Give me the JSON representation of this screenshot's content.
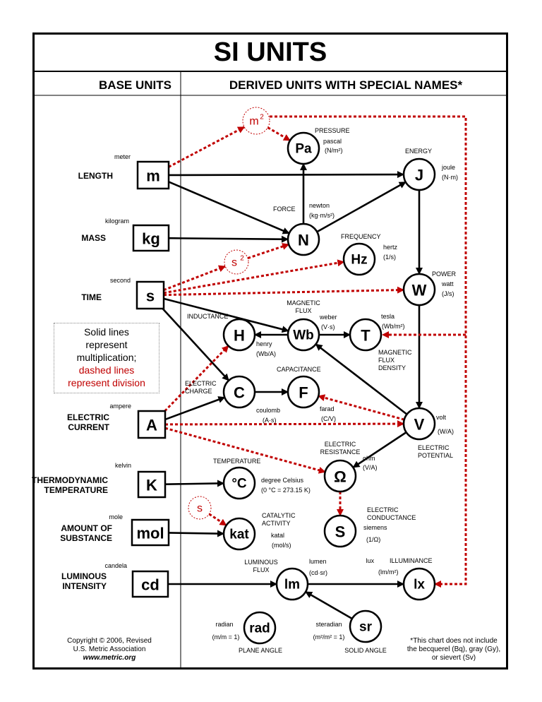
{
  "title": "SI UNITS",
  "header": {
    "base": "BASE UNITS",
    "derived": "DERIVED UNITS WITH SPECIAL NAMES*"
  },
  "legend": {
    "solid": [
      "Solid lines",
      "represent",
      "multiplication;"
    ],
    "dashed": [
      "dashed lines",
      "represent division"
    ]
  },
  "copyright": [
    "Copyright © 2006, Revised",
    "U.S. Metric Association",
    "www.metric.org"
  ],
  "footnote": [
    "*This chart does not include",
    "the becquerel (Bq), gray (Gy),",
    "or sievert (Sv)"
  ],
  "colors": {
    "multiply": "#000000",
    "divide": "#c00000"
  },
  "base_units": [
    {
      "id": "m",
      "symbol": "m",
      "name": "meter",
      "quantity": [
        "LENGTH"
      ]
    },
    {
      "id": "kg",
      "symbol": "kg",
      "name": "kilogram",
      "quantity": [
        "MASS"
      ]
    },
    {
      "id": "s",
      "symbol": "s",
      "name": "second",
      "quantity": [
        "TIME"
      ]
    },
    {
      "id": "A",
      "symbol": "A",
      "name": "ampere",
      "quantity": [
        "ELECTRIC",
        "CURRENT"
      ]
    },
    {
      "id": "K",
      "symbol": "K",
      "name": "kelvin",
      "quantity": [
        "THERMODYNAMIC",
        "TEMPERATURE"
      ]
    },
    {
      "id": "mol",
      "symbol": "mol",
      "name": "mole",
      "quantity": [
        "AMOUNT OF",
        "SUBSTANCE"
      ]
    },
    {
      "id": "cd",
      "symbol": "cd",
      "name": "candela",
      "quantity": [
        "LUMINOUS",
        "INTENSITY"
      ]
    }
  ],
  "derived_units": [
    {
      "id": "Pa",
      "symbol": "Pa",
      "name": "pascal",
      "definition": "(N/m²)",
      "quantity": [
        "PRESSURE"
      ]
    },
    {
      "id": "J",
      "symbol": "J",
      "name": "joule",
      "definition": "(N·m)",
      "quantity": [
        "ENERGY"
      ]
    },
    {
      "id": "N",
      "symbol": "N",
      "name": "newton",
      "definition": "(kg·m/s²)",
      "quantity": [
        "FORCE"
      ]
    },
    {
      "id": "Hz",
      "symbol": "Hz",
      "name": "hertz",
      "definition": "(1/s)",
      "quantity": [
        "FREQUENCY"
      ]
    },
    {
      "id": "W",
      "symbol": "W",
      "name": "watt",
      "definition": "(J/s)",
      "quantity": [
        "POWER"
      ]
    },
    {
      "id": "H",
      "symbol": "H",
      "name": "henry",
      "definition": "(Wb/A)",
      "quantity": [
        "INDUCTANCE"
      ]
    },
    {
      "id": "Wb",
      "symbol": "Wb",
      "name": "weber",
      "definition": "(V·s)",
      "quantity": [
        "MAGNETIC",
        "FLUX"
      ]
    },
    {
      "id": "T",
      "symbol": "T",
      "name": "tesla",
      "definition": "(Wb/m²)",
      "quantity": [
        "MAGNETIC",
        "FLUX",
        "DENSITY"
      ]
    },
    {
      "id": "C",
      "symbol": "C",
      "name": "coulomb",
      "definition": "(A·s)",
      "quantity": [
        "ELECTRIC",
        "CHARGE"
      ]
    },
    {
      "id": "F",
      "symbol": "F",
      "name": "farad",
      "definition": "(C/V)",
      "quantity": [
        "CAPACITANCE"
      ]
    },
    {
      "id": "V",
      "symbol": "V",
      "name": "volt",
      "definition": "(W/A)",
      "quantity": [
        "ELECTRIC",
        "POTENTIAL"
      ]
    },
    {
      "id": "ohm",
      "symbol": "Ω",
      "name": "ohm",
      "definition": "(V/A)",
      "quantity": [
        "ELECTRIC",
        "RESISTANCE"
      ]
    },
    {
      "id": "degC",
      "symbol": "°C",
      "name": "degree Celsius",
      "definition": "(0 °C = 273.15 K)",
      "quantity": [
        "TEMPERATURE"
      ]
    },
    {
      "id": "S",
      "symbol": "S",
      "name": "siemens",
      "definition": "(1/Ω)",
      "quantity": [
        "ELECTRIC",
        "CONDUCTANCE"
      ]
    },
    {
      "id": "kat",
      "symbol": "kat",
      "name": "katal",
      "definition": "(mol/s)",
      "quantity": [
        "CATALYTIC",
        "ACTIVITY"
      ]
    },
    {
      "id": "lm",
      "symbol": "lm",
      "name": "lumen",
      "definition": "(cd·sr)",
      "quantity": [
        "LUMINOUS",
        "FLUX"
      ]
    },
    {
      "id": "lx",
      "symbol": "lx",
      "name": "lux",
      "definition": "(lm/m²)",
      "quantity": [
        "ILLUMINANCE"
      ]
    },
    {
      "id": "rad",
      "symbol": "rad",
      "name": "radian",
      "definition": "(m/m = 1)",
      "quantity": [
        "PLANE ANGLE"
      ]
    },
    {
      "id": "sr",
      "symbol": "sr",
      "name": "steradian",
      "definition": "(m²/m² = 1)",
      "quantity": [
        "SOLID ANGLE"
      ]
    }
  ],
  "helpers": [
    {
      "id": "m2",
      "base": "m",
      "sup": "2"
    },
    {
      "id": "s2",
      "base": "s",
      "sup": "2"
    },
    {
      "id": "sk",
      "base": "s",
      "sup": ""
    }
  ],
  "links": [
    {
      "from": "m",
      "to": "J",
      "kind": "multiply"
    },
    {
      "from": "m",
      "to": "N",
      "kind": "multiply"
    },
    {
      "from": "kg",
      "to": "N",
      "kind": "multiply"
    },
    {
      "from": "N",
      "to": "Pa",
      "kind": "multiply"
    },
    {
      "from": "N",
      "to": "J",
      "kind": "multiply"
    },
    {
      "from": "J",
      "to": "W",
      "kind": "multiply"
    },
    {
      "from": "s",
      "to": "Wb",
      "kind": "multiply"
    },
    {
      "from": "s",
      "to": "C",
      "kind": "multiply"
    },
    {
      "from": "Wb",
      "to": "H",
      "kind": "multiply"
    },
    {
      "from": "Wb",
      "to": "T",
      "kind": "multiply"
    },
    {
      "from": "W",
      "to": "V",
      "kind": "multiply"
    },
    {
      "from": "V",
      "to": "Wb",
      "kind": "multiply"
    },
    {
      "from": "V",
      "to": "ohm",
      "kind": "multiply"
    },
    {
      "from": "A",
      "to": "C",
      "kind": "multiply"
    },
    {
      "from": "C",
      "to": "F",
      "kind": "multiply"
    },
    {
      "from": "K",
      "to": "degC",
      "kind": "multiply"
    },
    {
      "from": "mol",
      "to": "kat",
      "kind": "multiply"
    },
    {
      "from": "cd",
      "to": "lm",
      "kind": "multiply"
    },
    {
      "from": "lm",
      "to": "lx",
      "kind": "multiply"
    },
    {
      "from": "sr",
      "to": "lm",
      "kind": "multiply"
    },
    {
      "from": "m",
      "to": "m2",
      "kind": "divide"
    },
    {
      "from": "m2",
      "to": "Pa",
      "kind": "divide"
    },
    {
      "from": "m2",
      "to": "lx",
      "kind": "divide"
    },
    {
      "from": "s2",
      "to": "N",
      "kind": "divide"
    },
    {
      "from": "s",
      "to": "s2",
      "kind": "divide"
    },
    {
      "from": "s",
      "to": "Hz",
      "kind": "divide"
    },
    {
      "from": "s",
      "to": "W",
      "kind": "divide"
    },
    {
      "from": "m2",
      "to": "T",
      "kind": "divide"
    },
    {
      "from": "A",
      "to": "H",
      "kind": "divide"
    },
    {
      "from": "A",
      "to": "V",
      "kind": "divide"
    },
    {
      "from": "V",
      "to": "F",
      "kind": "divide"
    },
    {
      "from": "A",
      "to": "ohm",
      "kind": "divide"
    },
    {
      "from": "ohm",
      "to": "S",
      "kind": "divide"
    },
    {
      "from": "sk",
      "to": "kat",
      "kind": "divide"
    }
  ]
}
